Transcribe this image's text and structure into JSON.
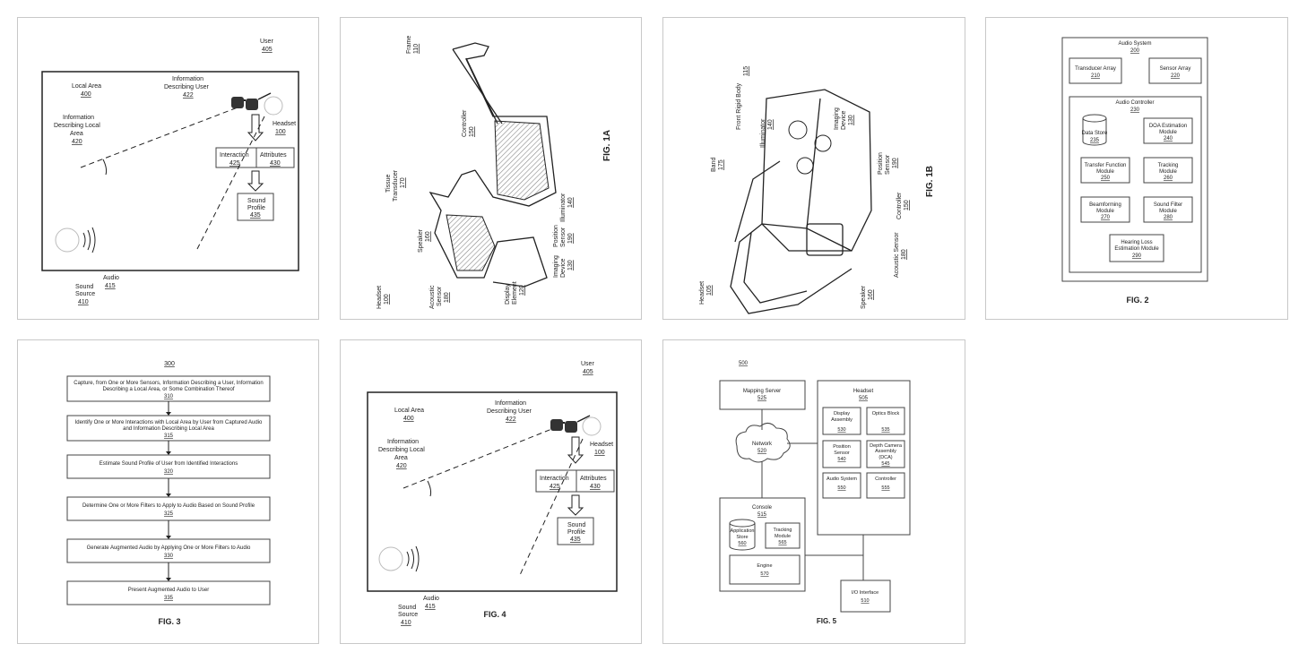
{
  "fig4": {
    "local_area": "Local Area",
    "local_area_num": "400",
    "user": "User",
    "user_num": "405",
    "info_user_1": "Information",
    "info_user_2": "Describing User",
    "info_user_num": "422",
    "info_local_1": "Information",
    "info_local_2": "Describing Local",
    "info_local_3": "Area",
    "info_local_num": "420",
    "headset": "Headset",
    "headset_num": "100",
    "interaction": "Interaction",
    "interaction_num": "425",
    "attributes": "Attributes",
    "attributes_num": "430",
    "sound_profile_1": "Sound",
    "sound_profile_2": "Profile",
    "sound_profile_num": "435",
    "audio": "Audio",
    "audio_num": "415",
    "sound_source_1": "Sound",
    "sound_source_2": "Source",
    "sound_source_num": "410",
    "fig_label": "FIG. 4"
  },
  "fig1a": {
    "frame": "Frame",
    "frame_num": "110",
    "controller": "Controller",
    "controller_num": "150",
    "tissue_1": "Tissue",
    "tissue_2": "Transducer",
    "tissue_num": "170",
    "speaker": "Speaker",
    "speaker_num": "160",
    "acoustic_1": "Acoustic",
    "acoustic_2": "Sensor",
    "acoustic_num": "180",
    "display_1": "Display",
    "display_2": "Element",
    "display_num": "120",
    "imaging_1": "Imaging",
    "imaging_2": "Device",
    "imaging_num": "130",
    "position_1": "Position",
    "position_2": "Sensor",
    "position_num": "190",
    "illuminator": "Illuminator",
    "illuminator_num": "140",
    "headset": "Headset",
    "headset_num": "100",
    "fig_label": "FIG. 1A"
  },
  "fig1b": {
    "front_rigid": "Front Rigid Body",
    "front_rigid_num": "115",
    "illuminator": "Illuminator",
    "illuminator_num": "140",
    "imaging_1": "Imaging",
    "imaging_2": "Device",
    "imaging_num": "130",
    "position_1": "Position",
    "position_2": "Sensor",
    "position_num": "190",
    "band": "Band",
    "band_num": "175",
    "controller": "Controller",
    "controller_num": "150",
    "acoustic": "Acoustic Sensor",
    "acoustic_num": "180",
    "speaker": "Speaker",
    "speaker_num": "160",
    "headset": "Headset",
    "headset_num": "105",
    "fig_label": "FIG. 1B"
  },
  "fig2": {
    "audio_system": "Audio System",
    "audio_system_num": "200",
    "transducer": "Transducer Array",
    "transducer_num": "210",
    "sensor": "Sensor Array",
    "sensor_num": "220",
    "controller": "Audio Controller",
    "controller_num": "230",
    "data_store": "Data Store",
    "data_store_num": "235",
    "doa_1": "DOA Estimation",
    "doa_2": "Module",
    "doa_num": "240",
    "transfer_1": "Transfer Function",
    "transfer_2": "Module",
    "transfer_num": "250",
    "tracking_1": "Tracking",
    "tracking_2": "Module",
    "tracking_num": "260",
    "beamforming_1": "Beamforming",
    "beamforming_2": "Module",
    "beamforming_num": "270",
    "soundfilter_1": "Sound Filter",
    "soundfilter_2": "Module",
    "soundfilter_num": "280",
    "hearing_1": "Hearing Loss",
    "hearing_2": "Estimation Module",
    "hearing_num": "290",
    "fig_label": "FIG. 2"
  },
  "fig3": {
    "num": "300",
    "step1_1": "Capture, from One or More Sensors, Information Describing a User, Information",
    "step1_2": "Describing a Local Area, or Some Combination Thereof",
    "step1_num": "310",
    "step2_1": "Identify One or More Interactions with Local Area by User from Captured Audio",
    "step2_2": "and Information Describing Local Area",
    "step2_num": "315",
    "step3_1": "Estimate Sound Profile of User from Identified Interactions",
    "step3_num": "320",
    "step4_1": "Determine One or More Filters to Apply to Audio Based on Sound Profile",
    "step4_num": "325",
    "step5_1": "Generate Augmented Audio by Applying One or More Filters to Audio",
    "step5_num": "330",
    "step6_1": "Present Augmented Audio to User",
    "step6_num": "335",
    "fig_label": "FIG. 3"
  },
  "fig5": {
    "num": "500",
    "mapping": "Mapping Server",
    "mapping_num": "525",
    "network": "Network",
    "network_num": "520",
    "headset": "Headset",
    "headset_num": "505",
    "display_1": "Display",
    "display_2": "Assembly",
    "display_num": "530",
    "optics": "Optics Block",
    "optics_num": "535",
    "position_1": "Position",
    "position_2": "Sensor",
    "position_num": "540",
    "depth_1": "Depth Camera",
    "depth_2": "Assembly",
    "depth_3": "(DCA)",
    "depth_num": "545",
    "audio": "Audio System",
    "audio_num": "550",
    "controller": "Controller",
    "controller_num": "555",
    "console": "Console",
    "console_num": "515",
    "appstore_1": "Application",
    "appstore_2": "Store",
    "appstore_num": "560",
    "tracking_1": "Tracking",
    "tracking_2": "Module",
    "tracking_num": "565",
    "engine": "Engine",
    "engine_num": "570",
    "io": "I/O Interface",
    "io_num": "510",
    "fig_label": "FIG. 5"
  }
}
